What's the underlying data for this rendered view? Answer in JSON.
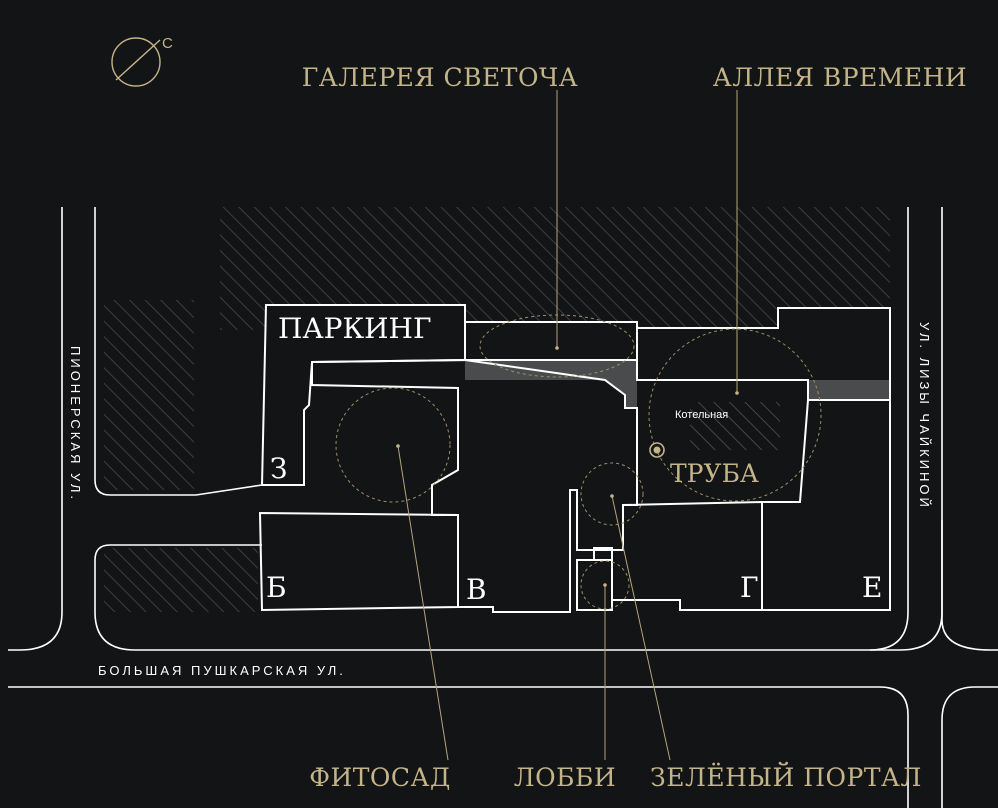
{
  "compass": {
    "label": "С"
  },
  "callouts": {
    "gallery": "ГАЛЕРЕЯ СВЕТОЧА",
    "alley": "АЛЛЕЯ ВРЕМЕНИ",
    "fitosad": "ФИТОСАД",
    "lobby": "ЛОББИ",
    "portal": "ЗЕЛЁНЫЙ ПОРТАЛ"
  },
  "blocks": {
    "parking": "ПАРКИНГ",
    "z": "З",
    "b": "Б",
    "v": "В",
    "g": "Г",
    "e": "Е"
  },
  "streets": {
    "pionerskaya": "ПИОНЕРСКАЯ УЛ.",
    "liza": "УЛ. ЛИЗЫ ЧАЙКИНОЙ",
    "pushkarskaya": "БОЛЬШАЯ ПУШКАРСКАЯ УЛ."
  },
  "poi": {
    "boiler": "Котельная",
    "pipe": "ТРУБА"
  },
  "colors": {
    "background": "#121416",
    "gold": "#c4b48a",
    "outline": "#ffffff",
    "passage": "#4a4b4c"
  }
}
